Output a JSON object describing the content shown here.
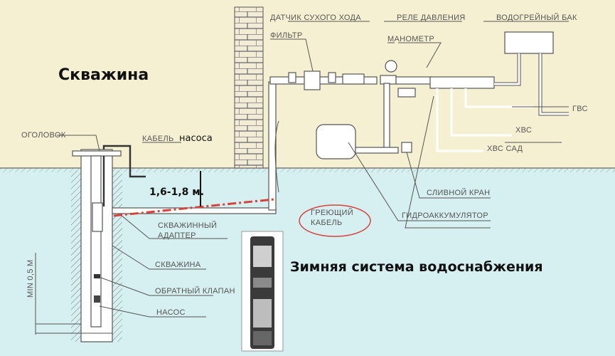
{
  "title": "Скважина",
  "subtitle": "Зимняя система водоснабжения",
  "depth_label": "1,6-1,8 м.",
  "labels": {
    "head": "ОГОЛОВОК",
    "cable": "КАБЕЛЬ",
    "cable_suffix": "насоса",
    "adapter_1": "СКВАЖИННЫЙ",
    "adapter_2": "АДАПТЕР",
    "well": "СКВАЖИНА",
    "check_valve": "ОБРАТНЫЙ КЛАПАН",
    "pump": "НАСОС",
    "min_depth": "MIN 0,5 М",
    "dry_run_sensor": "ДАТЧИК СУХОГО ХОДА",
    "filter": "ФИЛЬТР",
    "pressure_relay": "РЕЛЕ ДАВЛЕНИЯ",
    "manometer": "МАНОМЕТР",
    "water_heater": "ВОДОГРЕЙНЫЙ БАК",
    "hot_water": "ГВС",
    "cold_water": "ХВС",
    "garden_water": "ХВС САД",
    "drain_valve": "СЛИВНОЙ КРАН",
    "accumulator": "ГИДРОАККУМУЛЯТОР",
    "heating_cable_1": "ГРЕЮЩИЙ",
    "heating_cable_2": "КАБЕЛЬ"
  },
  "colors": {
    "sky": "#f6f0d2",
    "ground": "#d6eff0",
    "heating_cable": "#d9423a"
  }
}
